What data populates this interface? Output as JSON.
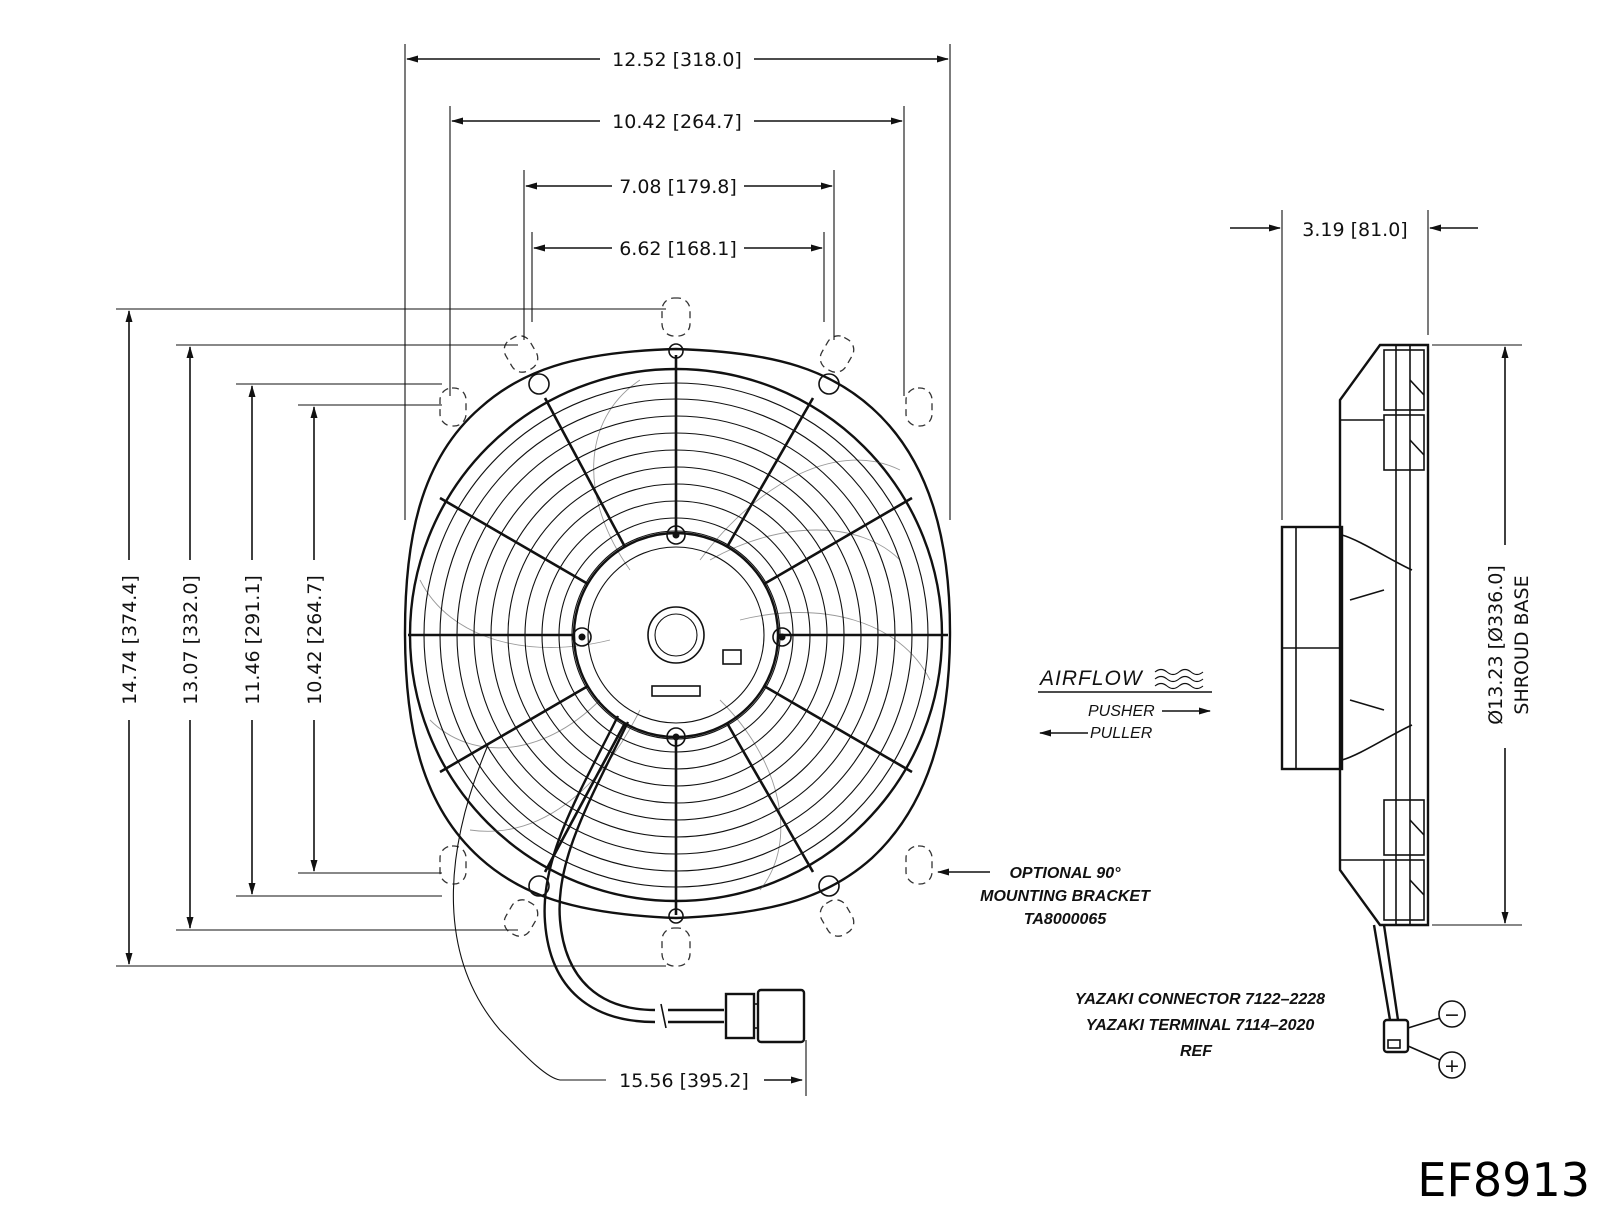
{
  "drawing": {
    "part_number": "EF8913",
    "dimensions": {
      "width_overall": "12.52 [318.0]",
      "width_mount_outer": "10.42 [264.7]",
      "width_mount_mid": "7.08 [179.8]",
      "width_mount_inner": "6.62 [168.1]",
      "height_overall": "14.74 [374.4]",
      "height_mount_1": "13.07 [332.0]",
      "height_mount_2": "11.46 [291.1]",
      "height_mount_3": "10.42 [264.7]",
      "depth": "3.19 [81.0]",
      "wire_length": "15.56 [395.2]",
      "shroud_diameter": "Ø13.23 [Ø336.0]",
      "shroud_label": "SHROUD BASE"
    },
    "airflow": {
      "label": "AIRFLOW",
      "pusher": "PUSHER",
      "puller": "PULLER"
    },
    "bracket_note": [
      "OPTIONAL 90°",
      "MOUNTING BRACKET",
      "TA8000065"
    ],
    "connector_note": [
      "YAZAKI CONNECTOR 7122–2228",
      "YAZAKI TERMINAL 7114–2020",
      "REF"
    ],
    "polarity": {
      "negative": "−",
      "positive": "+"
    }
  }
}
